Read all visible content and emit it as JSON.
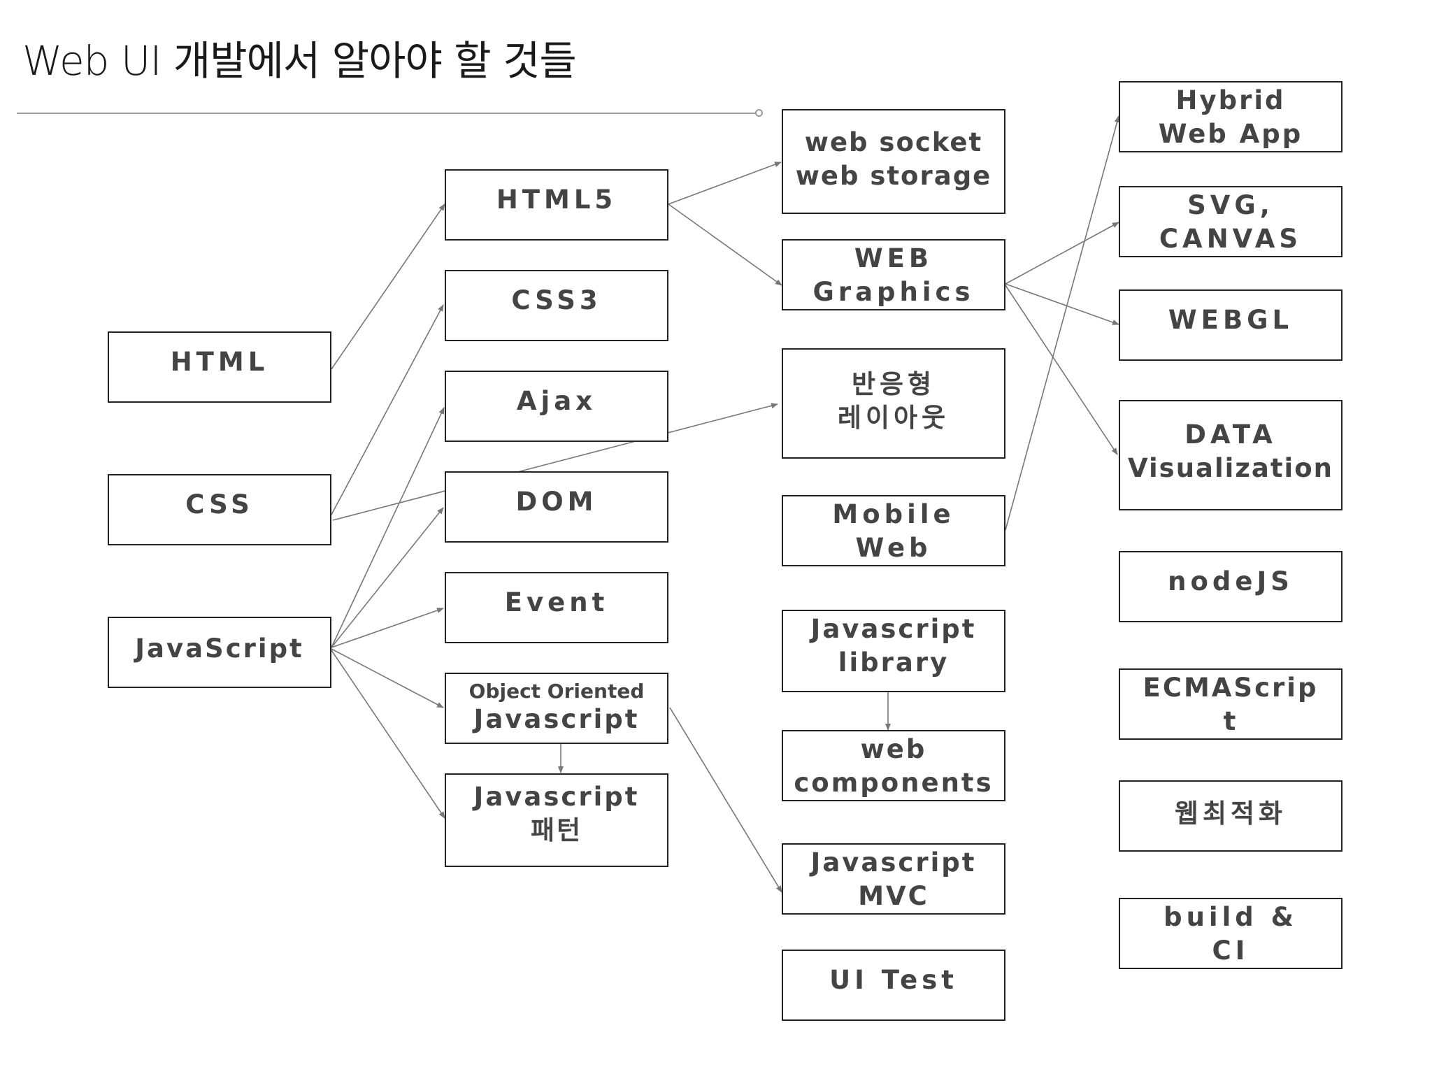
{
  "title": "Web UI 개발에서 알아야 할 것들",
  "nodes": {
    "html": [
      "HTML"
    ],
    "css": [
      "CSS"
    ],
    "javascript": [
      "JavaScript"
    ],
    "html5": [
      "HTML5"
    ],
    "css3": [
      "CSS3"
    ],
    "ajax": [
      "Ajax"
    ],
    "dom": [
      "DOM"
    ],
    "event": [
      "Event"
    ],
    "oojs": [
      "Object Oriented",
      "Javascript"
    ],
    "jspattern": [
      "Javascript",
      "패턴"
    ],
    "websocket": [
      "web socket",
      "web storage"
    ],
    "webgraphics": [
      "WEB",
      "Graphics"
    ],
    "responsive": [
      "반응형",
      "레이아웃"
    ],
    "mobileweb": [
      "Mobile",
      "Web"
    ],
    "jslibrary": [
      "Javascript",
      "library"
    ],
    "webcomponents": [
      "web",
      "components"
    ],
    "jsmvc": [
      "Javascript",
      "MVC"
    ],
    "uitest": [
      "UI Test"
    ],
    "hybrid": [
      "Hybrid",
      "Web App"
    ],
    "svgcanvas": [
      "SVG,",
      "CANVAS"
    ],
    "webgl": [
      "WEBGL"
    ],
    "dataviz": [
      "DATA",
      "Visualization"
    ],
    "nodejs": [
      "nodeJS"
    ],
    "ecmascript": [
      "ECMAScrip",
      "t"
    ],
    "webopt": [
      "웹최적화"
    ],
    "buildci": [
      "build &",
      "CI"
    ]
  },
  "edges": [
    [
      "html",
      "html5"
    ],
    [
      "css",
      "css3"
    ],
    [
      "css",
      "responsive"
    ],
    [
      "javascript",
      "ajax"
    ],
    [
      "javascript",
      "dom"
    ],
    [
      "javascript",
      "event"
    ],
    [
      "javascript",
      "oojs"
    ],
    [
      "javascript",
      "jspattern"
    ],
    [
      "html5",
      "websocket"
    ],
    [
      "html5",
      "webgraphics"
    ],
    [
      "oojs",
      "jspattern"
    ],
    [
      "oojs",
      "jsmvc"
    ],
    [
      "jslibrary",
      "webcomponents"
    ],
    [
      "webgraphics",
      "svgcanvas"
    ],
    [
      "webgraphics",
      "webgl"
    ],
    [
      "webgraphics",
      "dataviz"
    ],
    [
      "mobileweb",
      "hybrid"
    ]
  ]
}
